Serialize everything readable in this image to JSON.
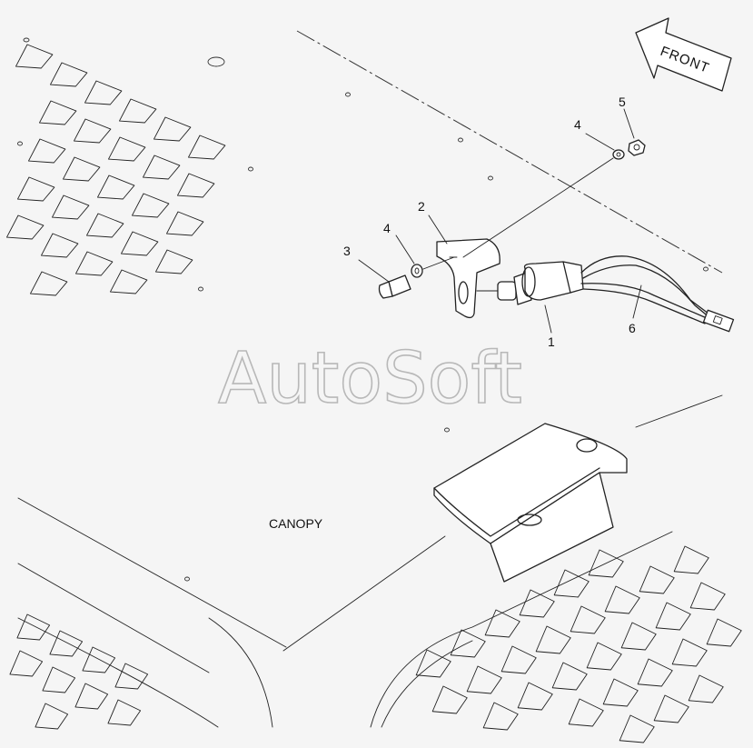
{
  "diagram": {
    "front_label": "FRONT",
    "canopy_label": "CANOPY",
    "watermark": "AutoSoft",
    "callouts": [
      {
        "id": "c1",
        "text": "1"
      },
      {
        "id": "c2",
        "text": "2"
      },
      {
        "id": "c3",
        "text": "3"
      },
      {
        "id": "c4a",
        "text": "4"
      },
      {
        "id": "c4b",
        "text": "4"
      },
      {
        "id": "c5",
        "text": "5"
      },
      {
        "id": "c6",
        "text": "6"
      }
    ]
  }
}
